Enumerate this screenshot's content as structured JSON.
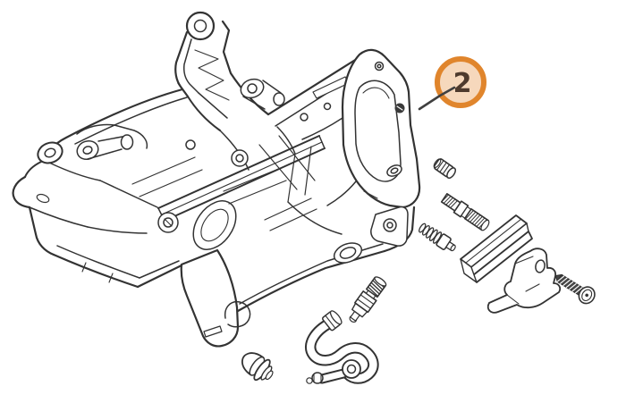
{
  "page": {
    "background_color": "#ffffff"
  },
  "diagram": {
    "type": "exploded-parts-illustration",
    "artwork": {
      "stroke_color": "#333333",
      "parts": [
        "motor-housing",
        "mount-bracket-arm",
        "rear-flange",
        "foot",
        "plug",
        "stud",
        "spring-screw",
        "guide-rail",
        "catch-bracket",
        "screw",
        "valve",
        "hose",
        "grommet"
      ]
    },
    "callout": {
      "label": "2",
      "ring_color": "#e0852c",
      "fill_color": "#f6d8bc",
      "label_color": "#4e3a2d",
      "leader_color": "#3f3f3f"
    }
  }
}
